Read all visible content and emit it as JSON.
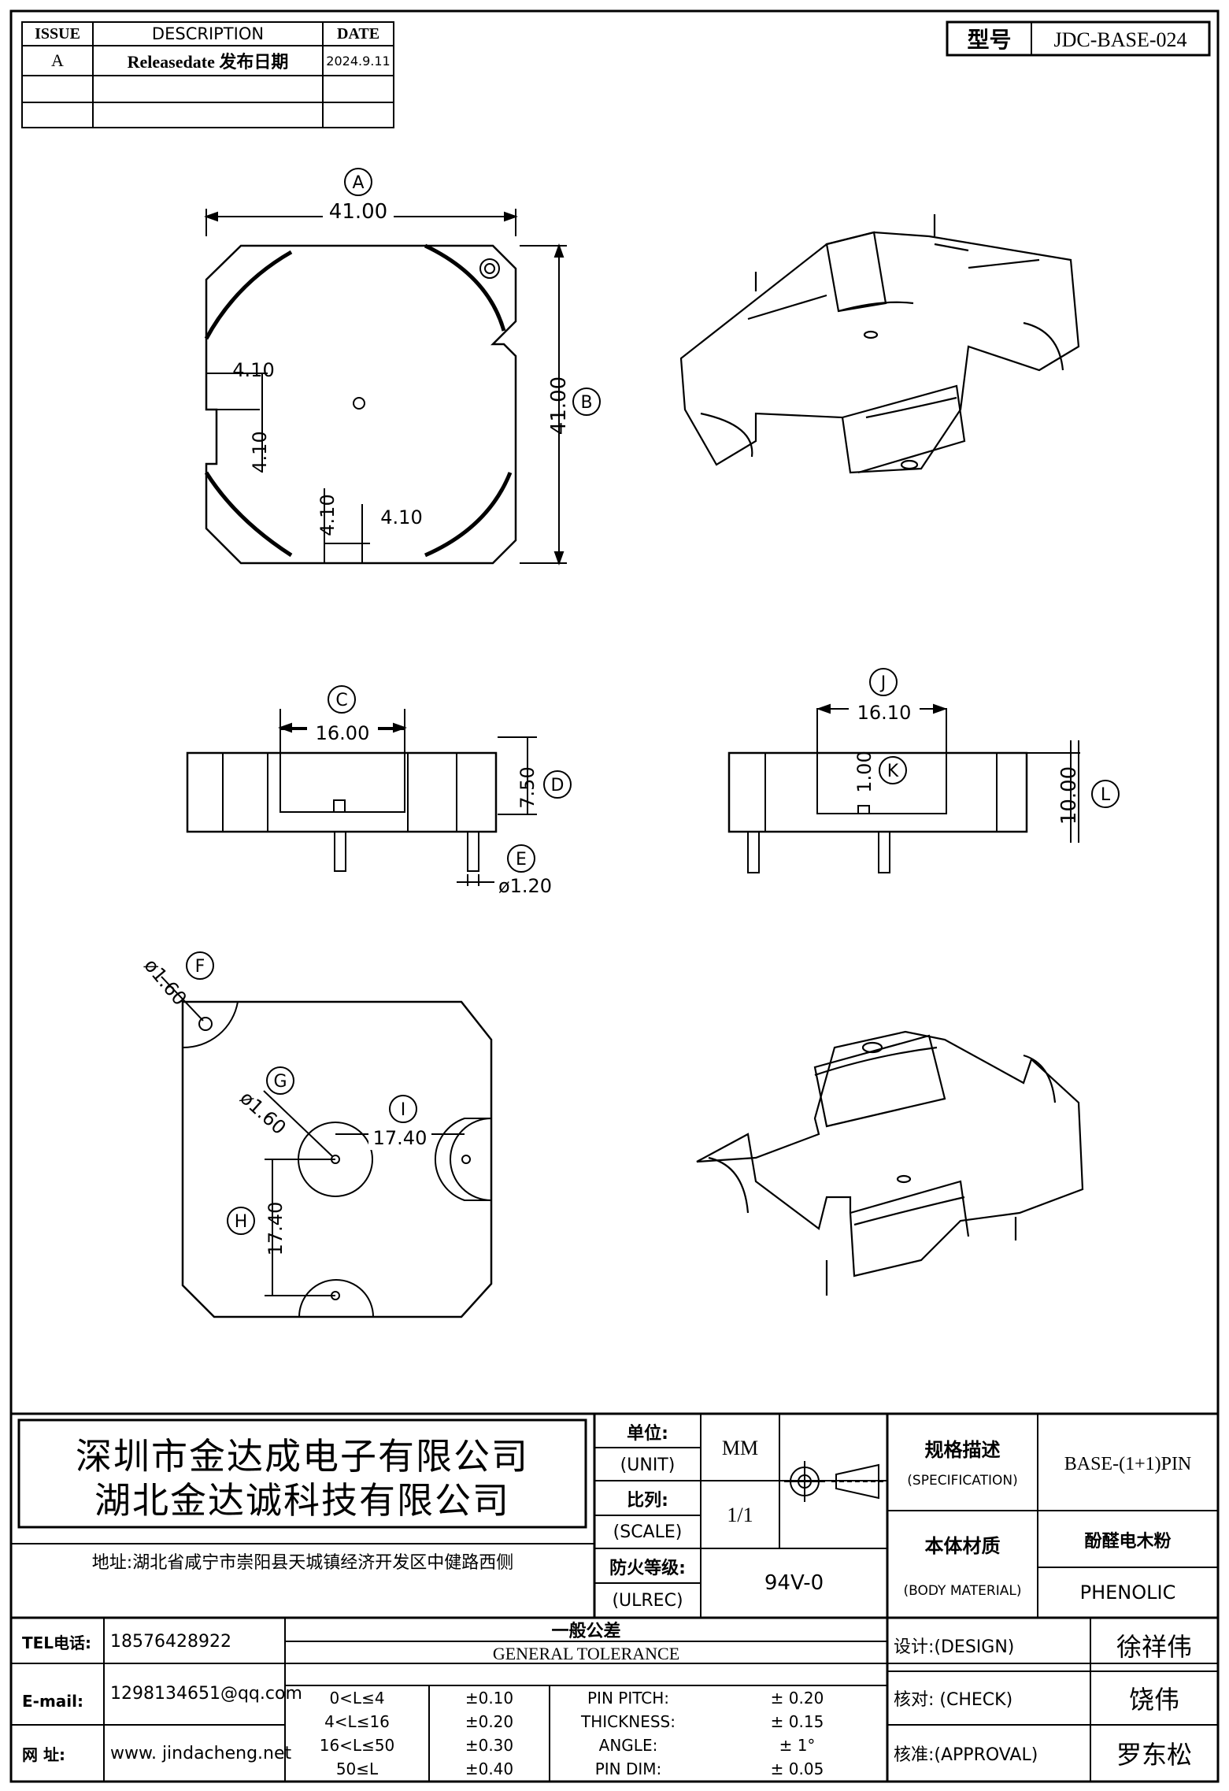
{
  "revision": {
    "headers": [
      "ISSUE",
      "DESCRIPTION",
      "DATE"
    ],
    "rows": [
      {
        "issue": "A",
        "description": "Releasedate 发布日期",
        "date": "2024.9.11"
      }
    ]
  },
  "model": {
    "label": "型号",
    "value": "JDC-BASE-024"
  },
  "dims": {
    "a": {
      "letter": "A",
      "value": "41.00"
    },
    "b": {
      "letter": "B",
      "value": "41.00"
    },
    "small": [
      "4.10",
      "4.10",
      "4.10",
      "4.10"
    ],
    "c": {
      "letter": "C",
      "value": "16.00"
    },
    "d": {
      "letter": "D",
      "value": "7.50"
    },
    "e": {
      "letter": "E",
      "value": "ø1.20"
    },
    "j": {
      "letter": "J",
      "value": "16.10"
    },
    "k": {
      "letter": "K",
      "value": "1.00"
    },
    "l": {
      "letter": "L",
      "value": "10.00"
    },
    "f": {
      "letter": "F",
      "value": "ø1.60"
    },
    "g": {
      "letter": "G",
      "value": "ø1.60"
    },
    "i": {
      "letter": "I",
      "value": "17.40"
    },
    "h": {
      "letter": "H",
      "value": "17.40"
    }
  },
  "company": {
    "line1": "深圳市金达成电子有限公司",
    "line2": "湖北金达诚科技有限公司",
    "address": "地址:湖北省咸宁市崇阳县天城镇经济开发区中健路西侧"
  },
  "title": {
    "unit_cn": "单位:",
    "unit_en": "(UNIT)",
    "unit_value": "MM",
    "scale_cn": "比列:",
    "scale_en": "(SCALE)",
    "scale_value": "1/1",
    "ulrec_cn": "防火等级:",
    "ulrec_en": "(ULREC)",
    "ulrec_value": "94V-0",
    "spec_cn": "规格描述",
    "spec_en": "(SPECIFICATION)",
    "spec_value": "BASE-(1+1)PIN",
    "material_cn": "本体材质",
    "material_en": "(BODY MATERIAL)",
    "material_value_cn": "酚醛电木粉",
    "material_value_en": "PHENOLIC"
  },
  "contact": {
    "tel_label": "TEL电话:",
    "tel_value": "18576428922",
    "email_label": "E-mail:",
    "email_value": "1298134651@qq.com",
    "web_label": "网  址:",
    "web_value": "www. jindacheng.net"
  },
  "tolerance": {
    "title_cn": "一般公差",
    "title_en": "GENERAL TOLERANCE",
    "rows": [
      {
        "range": "0<L≤4",
        "tol": "±0.10",
        "item": "PIN PITCH:",
        "value": "±  0.20"
      },
      {
        "range": "4<L≤16",
        "tol": "±0.20",
        "item": "THICKNESS:",
        "value": "±  0.15"
      },
      {
        "range": "16<L≤50",
        "tol": "±0.30",
        "item": "ANGLE:",
        "value": "±  1°"
      },
      {
        "range": "50≤L",
        "tol": "±0.40",
        "item": "PIN DIM:",
        "value": "±  0.05"
      }
    ]
  },
  "approvals": {
    "design_label": "设计:(DESIGN)",
    "design_name": "徐祥伟",
    "check_label": "核对: (CHECK)",
    "check_name": "饶伟",
    "approval_label": "核准:(APPROVAL)",
    "approval_name": "罗东松"
  }
}
